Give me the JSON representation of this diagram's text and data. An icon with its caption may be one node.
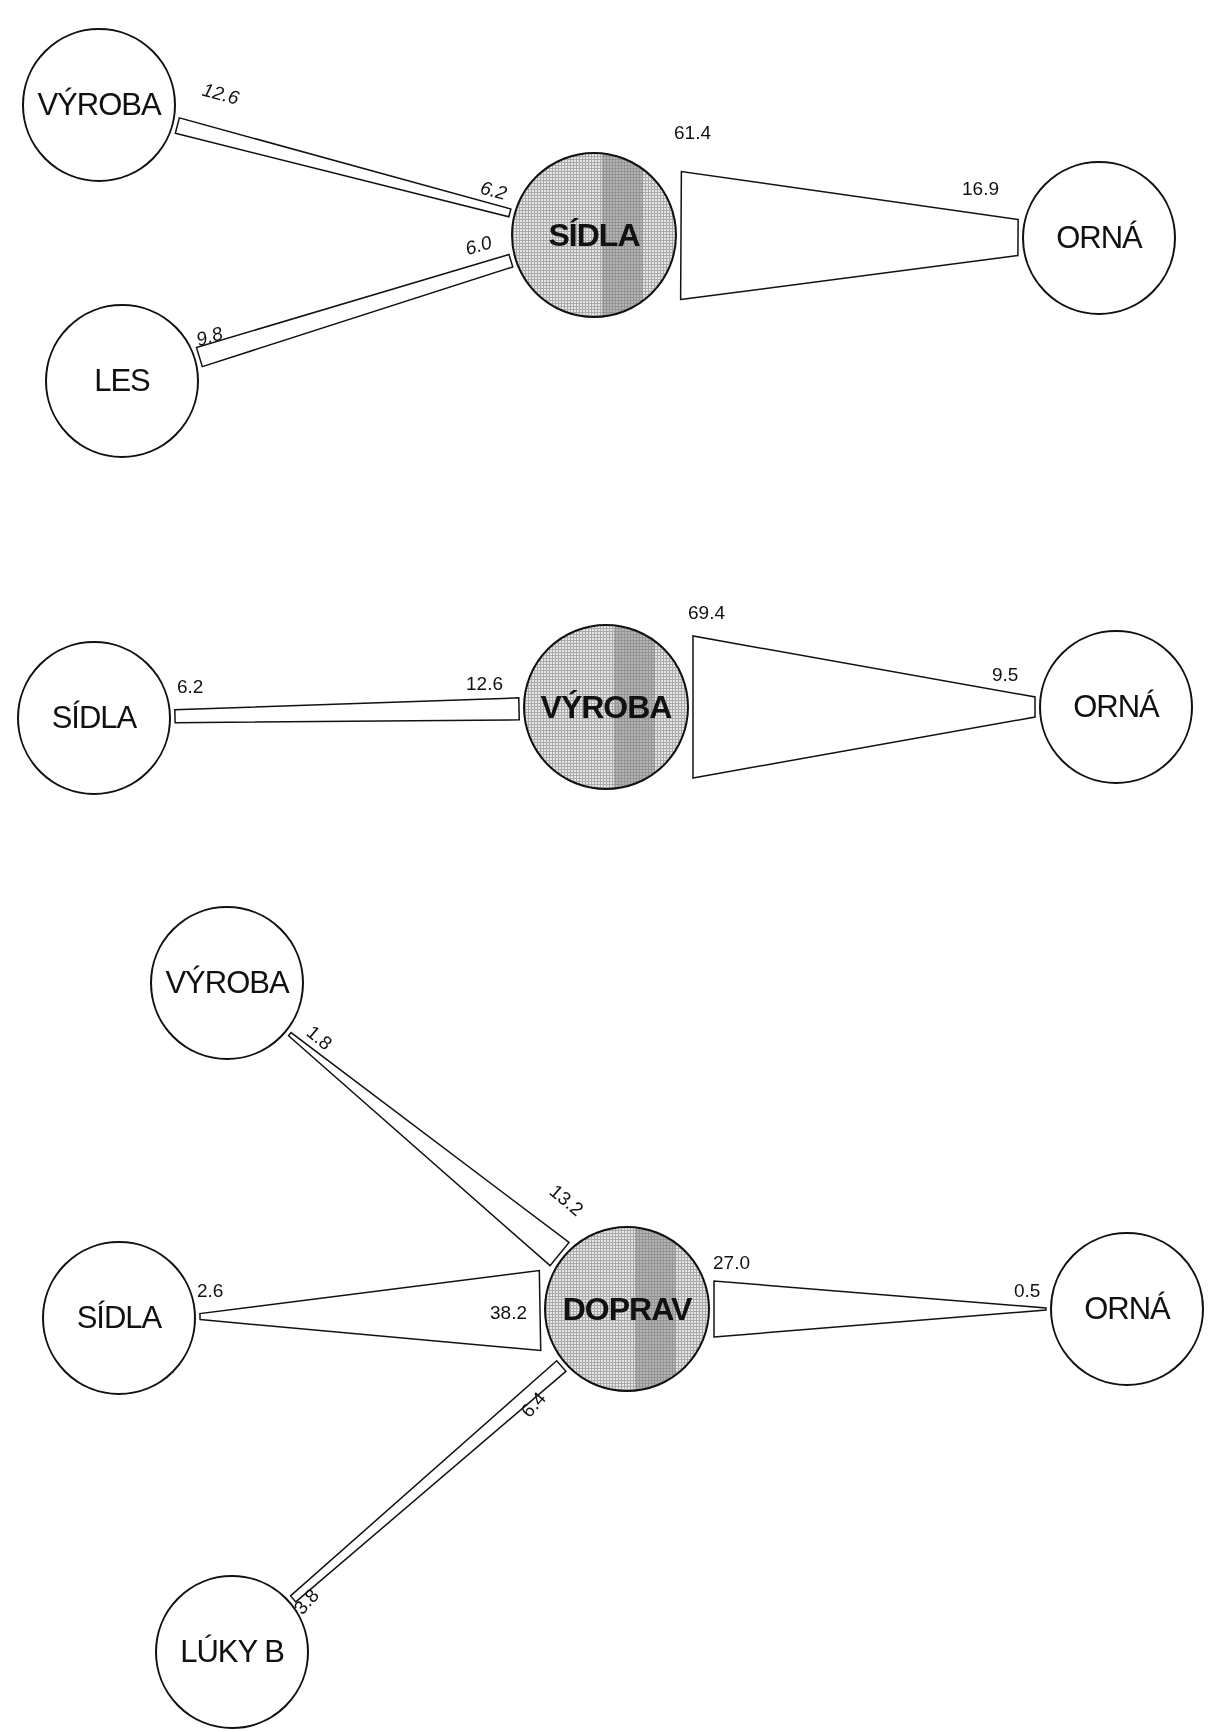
{
  "diagram": {
    "nodes": [
      {
        "text": [
          "VÝROBA"
        ]
      },
      {
        "text": [
          "SÍDLA"
        ]
      },
      {
        "text": [
          "ORNÁ"
        ]
      },
      {
        "text": [
          "LES"
        ]
      },
      {
        "text": [
          "SÍDLA"
        ]
      },
      {
        "text": [
          "VÝROBA"
        ]
      },
      {
        "text": [
          "ORNÁ"
        ]
      },
      {
        "text": [
          "VÝROBA"
        ]
      },
      {
        "text": [
          "SÍDLA"
        ]
      },
      {
        "text": [
          "DOPRAV"
        ]
      },
      {
        "text": [
          "ORNÁ"
        ]
      },
      {
        "text": [
          "LÚKY B"
        ]
      }
    ],
    "edges": [
      {
        "from": 0,
        "to": 1,
        "arrow": "none"
      },
      {
        "from": 1,
        "to": 2,
        "arrow": "none"
      },
      {
        "from": 3,
        "to": 1,
        "arrow": "none"
      },
      {
        "from": 4,
        "to": 5,
        "arrow": "none"
      },
      {
        "from": 5,
        "to": 6,
        "arrow": "none"
      },
      {
        "from": 7,
        "to": 9,
        "arrow": "none"
      },
      {
        "from": 8,
        "to": 9,
        "arrow": "none"
      },
      {
        "from": 9,
        "to": 10,
        "arrow": "none"
      },
      {
        "from": 11,
        "to": 9,
        "arrow": "none"
      }
    ],
    "labels": [
      "12.6",
      "61.4",
      "6.2",
      "16.9",
      "6.0",
      "9.8",
      "69.4",
      "6.2",
      "12.6",
      "9.5",
      "1.8",
      "13.2",
      "27.0",
      "2.6",
      "38.2",
      "0.5",
      "6.4",
      "3.8"
    ]
  }
}
